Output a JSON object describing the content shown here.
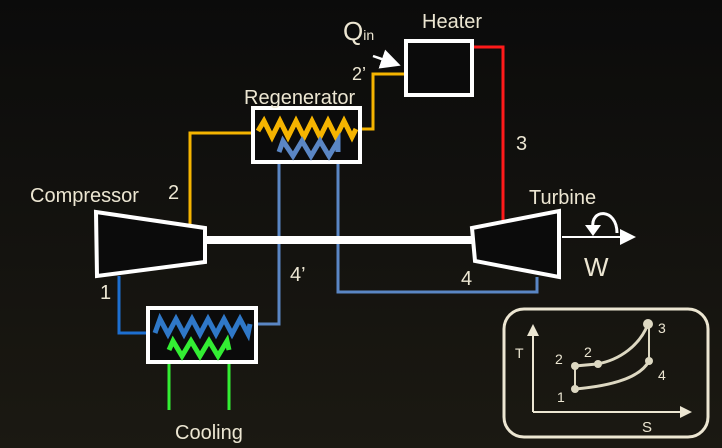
{
  "labels": {
    "heater": "Heater",
    "q": "Q",
    "q_sub": "in",
    "state_2prime": "2’",
    "regenerator": "Regenerator",
    "state_3": "3",
    "compressor": "Compressor",
    "state_2": "2",
    "turbine": "Turbine",
    "work": "W",
    "state_4prime": "4’",
    "state_4": "4",
    "state_1": "1",
    "cooling": "Cooling"
  },
  "ts_diagram": {
    "t_axis": "T",
    "s_axis": "S",
    "points": {
      "p1": "1",
      "p2": "2",
      "p2b": "2",
      "p3": "3",
      "p4": "4"
    }
  },
  "colors": {
    "hot_line": "#ff1a1a",
    "compressed_line": "#f5b400",
    "exhaust_line": "#5a86c4",
    "cold_line": "#1d6fd0",
    "cooling_line": "#33ee33",
    "component": "#ffffff"
  }
}
